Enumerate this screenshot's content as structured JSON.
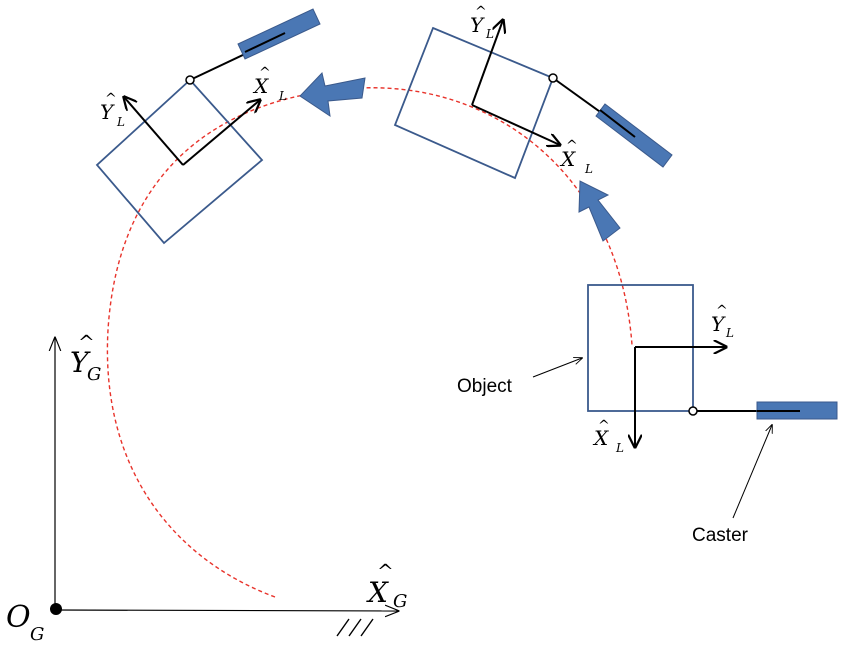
{
  "colors": {
    "path": "#e8332b",
    "object": "#3b5a8c",
    "caster": "#4a77b4",
    "arrow": "#4a77b4",
    "axis": "#000000"
  },
  "global": {
    "origin_base": "O",
    "origin_sub": "G",
    "x_base": "X",
    "x_sub": "G",
    "y_base": "Y",
    "y_sub": "G",
    "hat": "^"
  },
  "local": {
    "x_base": "X",
    "y_base": "Y",
    "sub": "L",
    "hat": "^"
  },
  "labels": {
    "object": "Object",
    "caster": "Caster"
  }
}
